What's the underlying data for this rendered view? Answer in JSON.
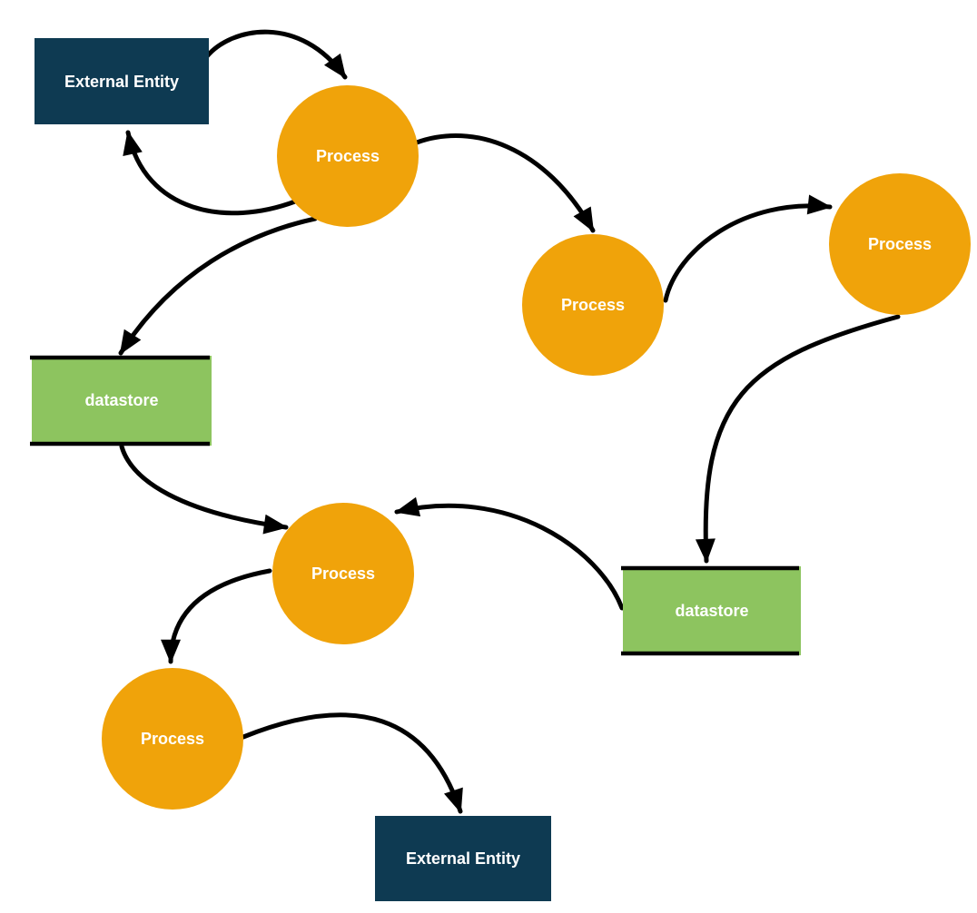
{
  "diagram": {
    "kind": "data-flow-diagram",
    "colors": {
      "external_entity": "#0e3a52",
      "process": "#f0a30a",
      "datastore": "#8dc45f",
      "edge": "#000000",
      "label": "#ffffff",
      "background": "#ffffff"
    },
    "nodes": [
      {
        "id": "ee1",
        "type": "external-entity",
        "label": "External Entity"
      },
      {
        "id": "p1",
        "type": "process",
        "label": "Process"
      },
      {
        "id": "p2",
        "type": "process",
        "label": "Process"
      },
      {
        "id": "p3",
        "type": "process",
        "label": "Process"
      },
      {
        "id": "ds1",
        "type": "datastore",
        "label": "datastore"
      },
      {
        "id": "ds2",
        "type": "datastore",
        "label": "datastore"
      },
      {
        "id": "p4",
        "type": "process",
        "label": "Process"
      },
      {
        "id": "p5",
        "type": "process",
        "label": "Process"
      },
      {
        "id": "ee2",
        "type": "external-entity",
        "label": "External Entity"
      }
    ],
    "edges": [
      {
        "from": "ee1",
        "to": "p1"
      },
      {
        "from": "p1",
        "to": "ee1"
      },
      {
        "from": "p1",
        "to": "p2"
      },
      {
        "from": "p2",
        "to": "p3"
      },
      {
        "from": "p3",
        "to": "ds2"
      },
      {
        "from": "p1",
        "to": "ds1"
      },
      {
        "from": "ds1",
        "to": "p4"
      },
      {
        "from": "ds2",
        "to": "p4"
      },
      {
        "from": "p4",
        "to": "p5"
      },
      {
        "from": "p5",
        "to": "ee2"
      }
    ]
  }
}
